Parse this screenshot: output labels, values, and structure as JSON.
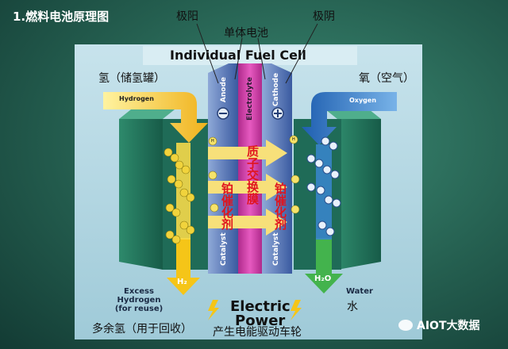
{
  "title": "1.燃料电池原理图",
  "header": "Individual Fuel Cell",
  "labels": {
    "anode_cn": "极阳",
    "cathode_cn": "极阴",
    "single_cell_cn": "单体电池",
    "hydrogen_cn": "氢（储氢罐）",
    "oxygen_cn": "氧（空气）",
    "hydrogen_en": "Hydrogen",
    "oxygen_en": "Oxygen",
    "anode_en": "Anode",
    "cathode_en": "Cathode",
    "electrolyte_en": "Electrolyte",
    "catalyst_left_en": "Catalyst",
    "catalyst_right_en": "Catalyst",
    "membrane_cn": "质子交换膜",
    "catalyst_left_cn": "铂催化剂",
    "catalyst_right_cn": "铂催化剂",
    "h2": "H₂",
    "h2o": "H₂O",
    "excess_line1": "Excess",
    "excess_line2": "Hydrogen",
    "excess_line3": "(for reuse)",
    "excess_cn": "多余氢（用于回收）",
    "water_en": "Water",
    "water_cn": "水",
    "power_line1": "Electric",
    "power_line2": "Power",
    "power_cn": "产生电能驱动车轮",
    "proton": "H"
  },
  "watermark": "AIOT大数据",
  "colors": {
    "background": "#2f6f5e",
    "hydrogen_arrow": "#f5c518",
    "oxygen_arrow": "#2d7fcf",
    "membrane": "#d23ca8",
    "anode_plate": "#4a6fb5",
    "cell_stack": "#1e6f58"
  }
}
